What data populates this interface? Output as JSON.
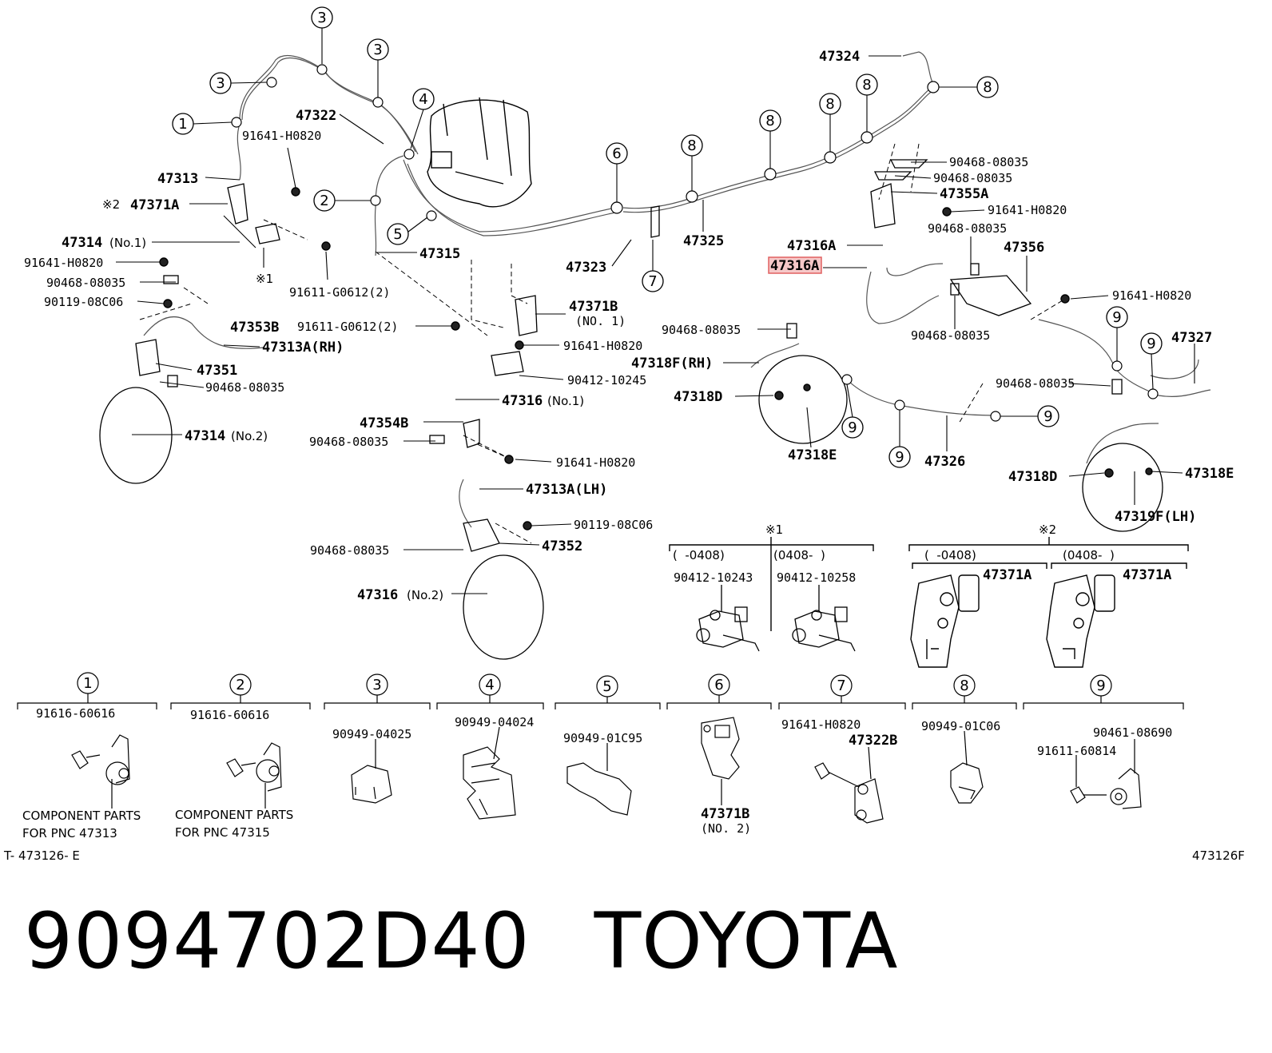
{
  "footer": {
    "part_number": "9094702D40",
    "brand": "TOYOTA"
  },
  "refs": {
    "left": "T- 473126- E",
    "right": "473126F"
  },
  "highlight_color": "#e06060",
  "callouts": {
    "c1": "1",
    "c2": "2",
    "c3": "3",
    "c4": "4",
    "c5": "5",
    "c6": "6",
    "c7": "7",
    "c8": "8",
    "c9": "9"
  },
  "labels": {
    "p47324": "47324",
    "p47322": "47322",
    "p91641_a": "91641-H0820",
    "p47313": "47313",
    "star2": "※2",
    "p47371A": "47371A",
    "p47314no1": "47314",
    "no1": "(No.1)",
    "p91641_b": "91641-H0820",
    "p90468_a": "90468-08035",
    "p90119_a": "90119-08C06",
    "star1": "※1",
    "p91611_a": "91611-G0612(2)",
    "p47353B": "47353B",
    "p47313A_rh": "47313A(RH)",
    "p47351": "47351",
    "p90468_b": "90468-08035",
    "p47314no2": "47314",
    "no2": "(No.2)",
    "p47315": "47315",
    "p47323": "47323",
    "p47325": "47325",
    "p47371B": "47371B",
    "no1b": "(NO. 1)",
    "p91611_b": "91611-G0612(2)",
    "p91641_c": "91641-H0820",
    "p90412_a": "90412-10245",
    "p47316no1": "47316",
    "no1c": "(No.1)",
    "p47354B": "47354B",
    "p90468_c": "90468-08035",
    "p91641_d": "91641-H0820",
    "p47313A_lh": "47313A(LH)",
    "p90119_b": "90119-08C06",
    "p90468_d": "90468-08035",
    "p47352": "47352",
    "p47316no2": "47316",
    "no2b": "(No.2)",
    "p90468_e": "90468-08035",
    "p90468_f": "90468-08035",
    "p47355A": "47355A",
    "p91641_e": "91641-H0820",
    "p90468_g": "90468-08035",
    "p47316A_a": "47316A",
    "p47316A_b": "47316A",
    "p47356": "47356",
    "p91641_f": "91641-H0820",
    "p90468_h": "90468-08035",
    "p90468_i": "90468-08035",
    "p47318F_rh": "47318F(RH)",
    "p47318D_a": "47318D",
    "p47318E_a": "47318E",
    "p47326": "47326",
    "p47327": "47327",
    "p90468_j": "90468-08035",
    "p47318D_b": "47318D",
    "p47318E_b": "47318E",
    "p47319F_lh": "47319F(LH)"
  },
  "variants": {
    "star1": "※1",
    "s1_range1": "(  -0408)",
    "s1_range2": "(0408-  )",
    "s1_pn1": "90412-10243",
    "s1_pn2": "90412-10258",
    "star2": "※2",
    "s2_range1": "(  -0408)",
    "s2_range2": "(0408-  )",
    "s2_pn1": "47371A",
    "s2_pn2": "47371A"
  },
  "components": {
    "k1_pn": "91616-60616",
    "k1_note1": "COMPONENT PARTS",
    "k1_note2": "FOR PNC 47313",
    "k2_pn": "91616-60616",
    "k2_note1": "COMPONENT PARTS",
    "k2_note2": "FOR PNC 47315",
    "k3_pn": "90949-04025",
    "k4_pn": "90949-04024",
    "k5_pn": "90949-01C95",
    "k6_pn": "47371B",
    "k6_sub": "(NO. 2)",
    "k7_pn1": "91641-H0820",
    "k7_pn2": "47322B",
    "k8_pn": "90949-01C06",
    "k9_pn1": "90461-08690",
    "k9_pn2": "91611-60814"
  }
}
